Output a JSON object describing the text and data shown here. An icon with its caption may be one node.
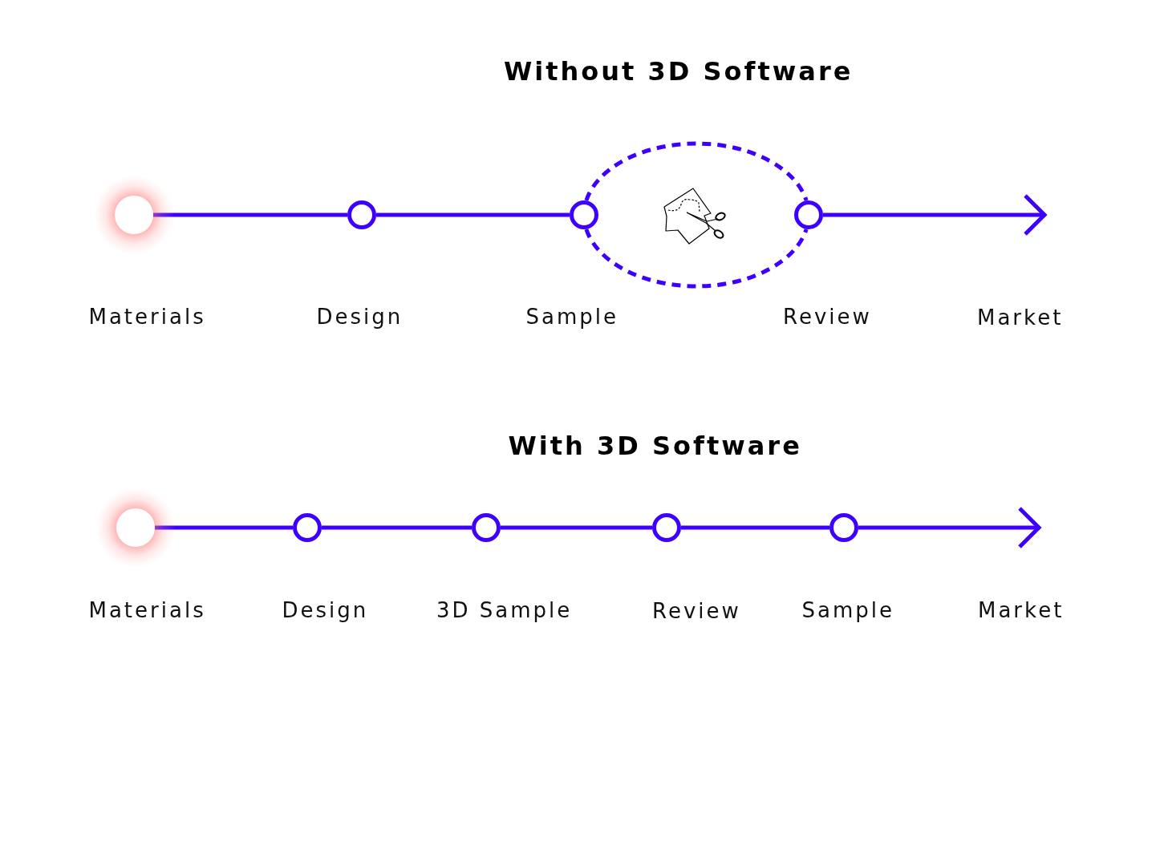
{
  "diagram": {
    "nodes": [
      {
        "text": [
          "Materials"
        ]
      },
      {
        "text": [
          "Design"
        ]
      },
      {
        "text": [
          "Sample"
        ]
      },
      {
        "text": [
          "Review"
        ]
      },
      {
        "text": [
          "Market"
        ]
      },
      {
        "text": [
          "Materials"
        ]
      },
      {
        "text": [
          "Design"
        ]
      },
      {
        "text": [
          "3D Sample"
        ]
      },
      {
        "text": [
          "Review"
        ]
      },
      {
        "text": [
          "Sample"
        ]
      },
      {
        "text": [
          "Market"
        ]
      }
    ],
    "edges": [
      {
        "from": 0,
        "to": 1,
        "arrow": "none"
      },
      {
        "from": 1,
        "to": 2,
        "arrow": "none"
      },
      {
        "from": 2,
        "to": 3,
        "arrow": "none",
        "style": "dashed"
      },
      {
        "from": 2,
        "to": 3,
        "arrow": "none",
        "style": "dashed"
      },
      {
        "from": 3,
        "to": 4,
        "arrow": "to"
      },
      {
        "from": 5,
        "to": 6,
        "arrow": "none"
      },
      {
        "from": 6,
        "to": 7,
        "arrow": "none"
      },
      {
        "from": 7,
        "to": 8,
        "arrow": "none"
      },
      {
        "from": 8,
        "to": 9,
        "arrow": "none"
      },
      {
        "from": 9,
        "to": 10,
        "arrow": "to"
      }
    ],
    "labels": [
      "Without 3D Software",
      "With 3D Software"
    ]
  }
}
